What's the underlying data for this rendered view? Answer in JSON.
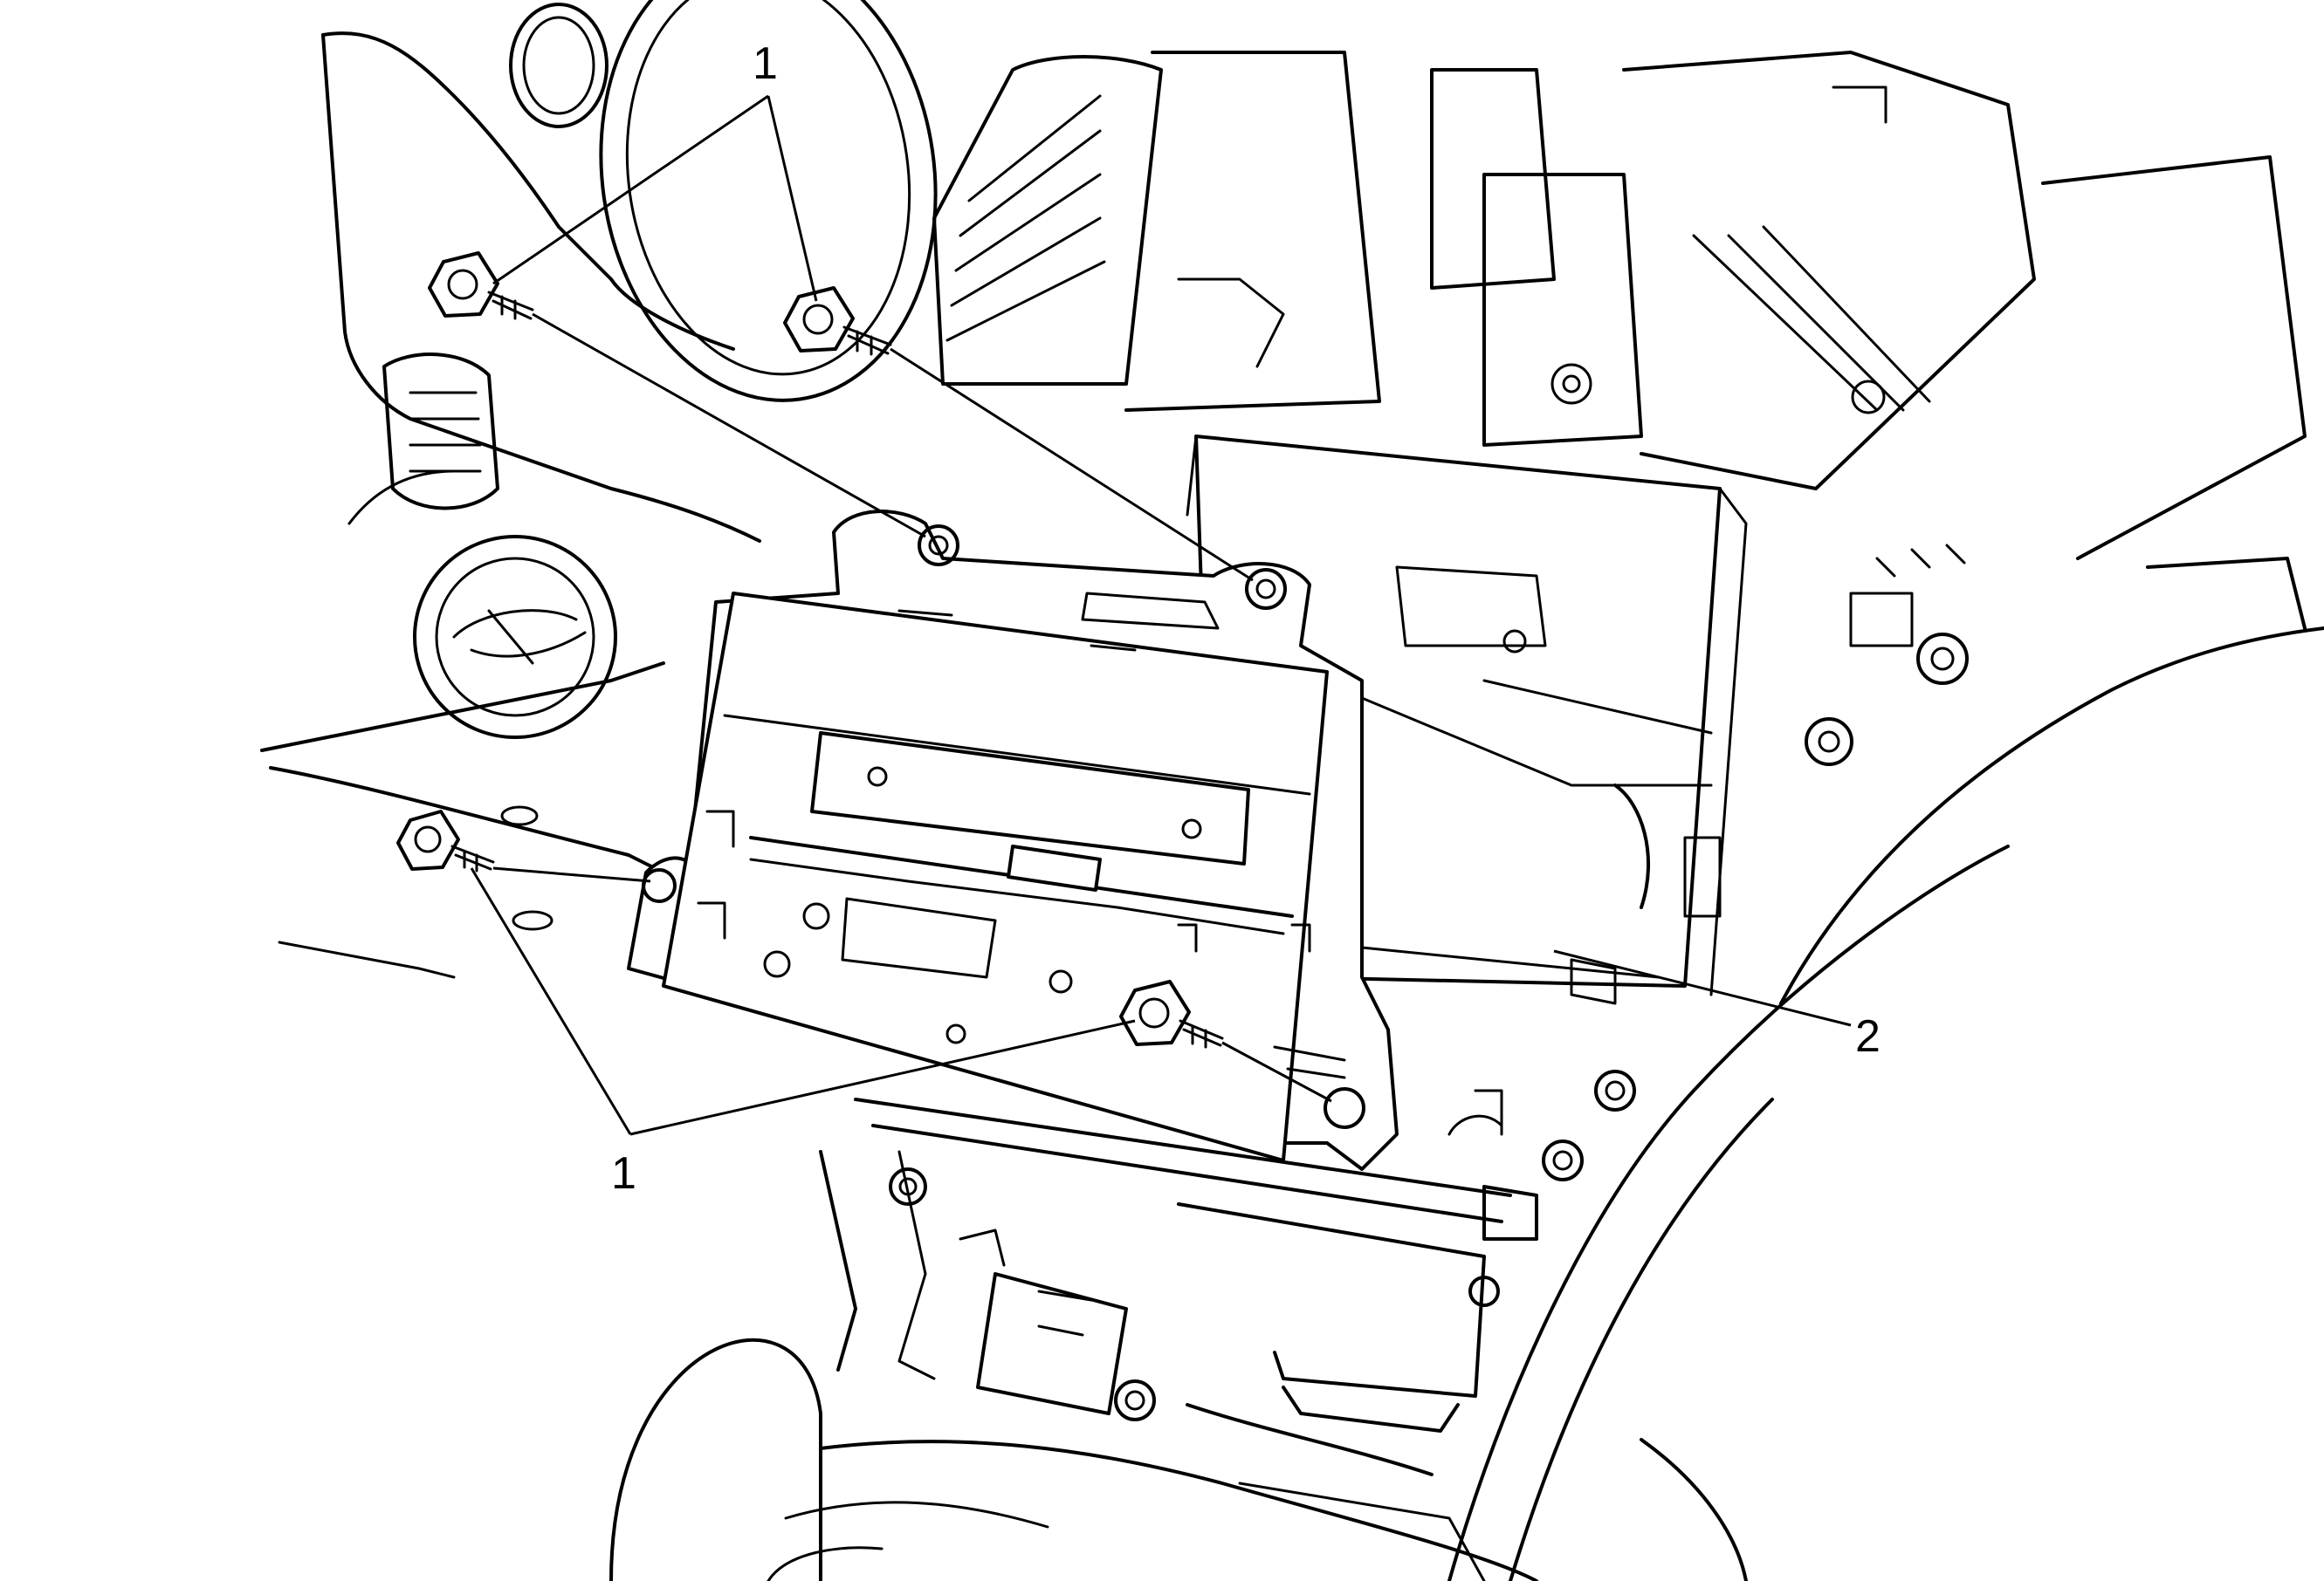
{
  "diagram": {
    "callouts": [
      {
        "id": "callout-1-top",
        "label": "1"
      },
      {
        "id": "callout-1-bottom",
        "label": "1"
      },
      {
        "id": "callout-2",
        "label": "2"
      }
    ]
  }
}
